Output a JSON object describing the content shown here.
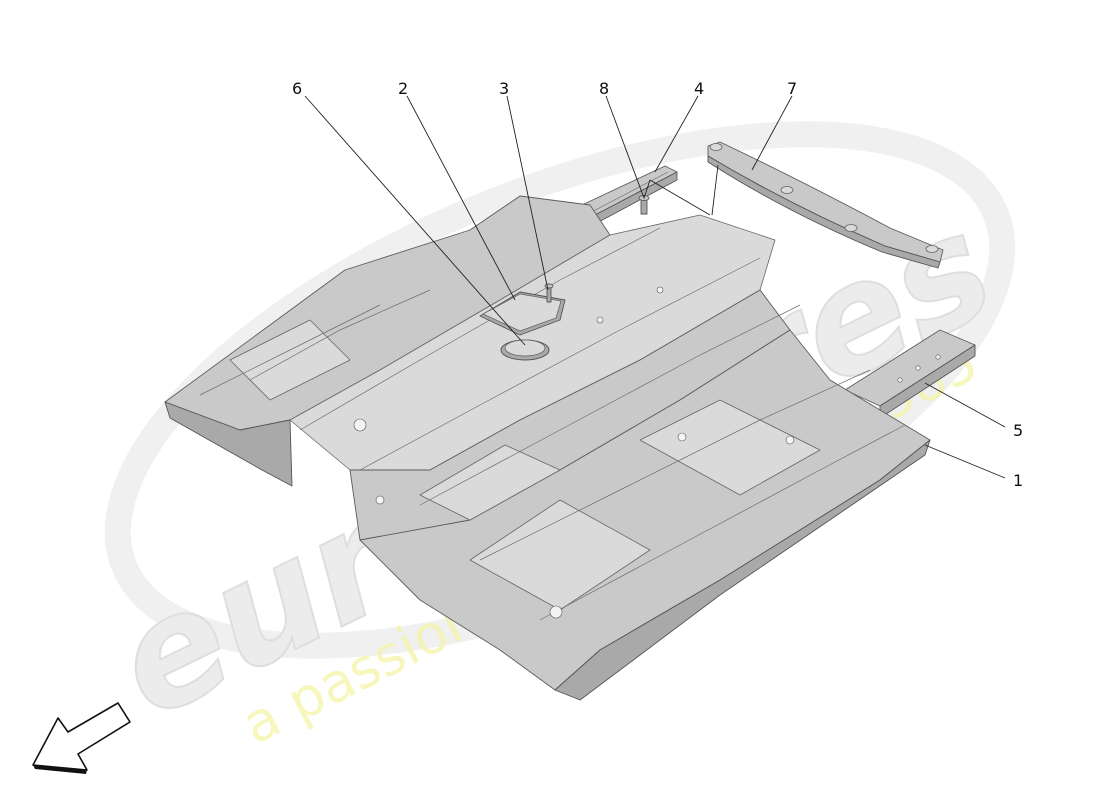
{
  "callouts": [
    {
      "id": "6",
      "label": "6"
    },
    {
      "id": "2",
      "label": "2"
    },
    {
      "id": "3",
      "label": "3"
    },
    {
      "id": "8",
      "label": "8"
    },
    {
      "id": "4",
      "label": "4"
    },
    {
      "id": "7",
      "label": "7"
    },
    {
      "id": "5",
      "label": "5"
    },
    {
      "id": "1",
      "label": "1"
    }
  ],
  "watermark": {
    "logo_text": "eurospares",
    "tagline": "a passion for parts since 1985"
  },
  "colors": {
    "panel": "#c9c9c9",
    "panel_dark": "#a9a9a9",
    "watermark_tagline": "#f3f3a8",
    "line": "#222222"
  },
  "icons": {
    "orientation_arrow": "front-direction-arrow-icon"
  }
}
